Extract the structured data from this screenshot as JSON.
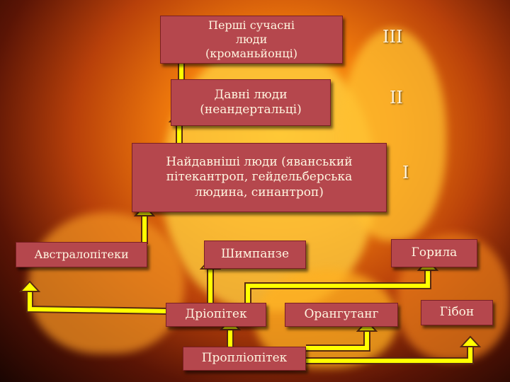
{
  "boxes": {
    "cromagnon": "Перші сучасні люди (кроманьйонці)",
    "neanderthal": "Давні люди (неандертальці)",
    "ancient": "Найдавніші люди (яванський пітекантроп, гейдельберська людина, синантроп)",
    "australopithecus": "Австралопітеки",
    "chimpanzee": "Шимпанзе",
    "gorilla": "Горила",
    "dryopithecus": "Дріопітек",
    "orangutan": "Орангутанг",
    "gibbon": "Гібон",
    "propliopithecus": "Пропліопітек"
  },
  "stages": {
    "third": "III",
    "second": "II",
    "first": "I"
  },
  "colors": {
    "box_fill": "#b5474d",
    "box_text": "#fff5e0",
    "arrow": "#ffff00",
    "arrow_outline": "#5a2a10"
  }
}
